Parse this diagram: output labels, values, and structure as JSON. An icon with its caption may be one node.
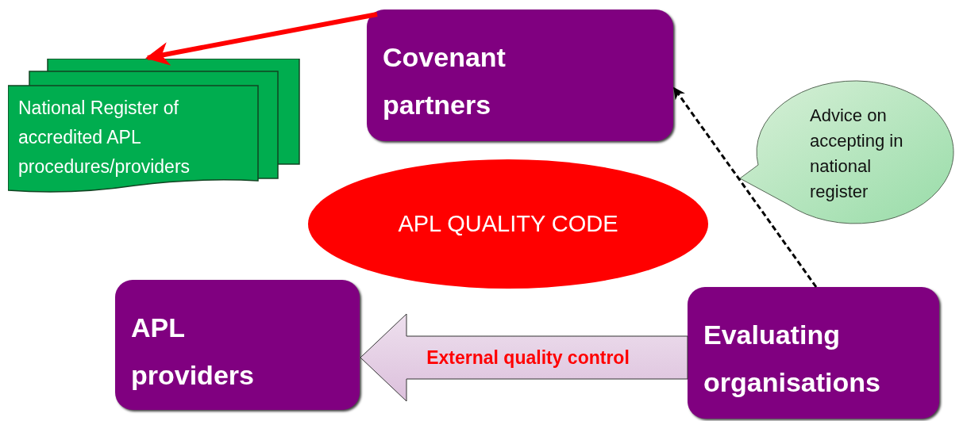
{
  "diagram": {
    "nodes": [
      {
        "text": [
          "National Register of accredited APL procedures/providers"
        ]
      },
      {
        "text": [
          "Covenant partners"
        ]
      },
      {
        "text": [
          "APL QUALITY CODE"
        ]
      },
      {
        "text": [
          "Advice on accepting in national register"
        ]
      },
      {
        "text": [
          "APL providers"
        ]
      },
      {
        "text": [
          "Evaluating organisations"
        ]
      }
    ],
    "edges": [
      {
        "from": 1,
        "to": 0,
        "arrow": "to",
        "style": "thick",
        "color": "#ff0000"
      },
      {
        "from": 5,
        "to": 1,
        "arrow": "to",
        "style": "dashed",
        "color": "#000000"
      },
      {
        "from": 5,
        "to": 4,
        "arrow": "to",
        "label": "External quality control",
        "style": "thick",
        "color": "#dcc0dc"
      }
    ]
  }
}
